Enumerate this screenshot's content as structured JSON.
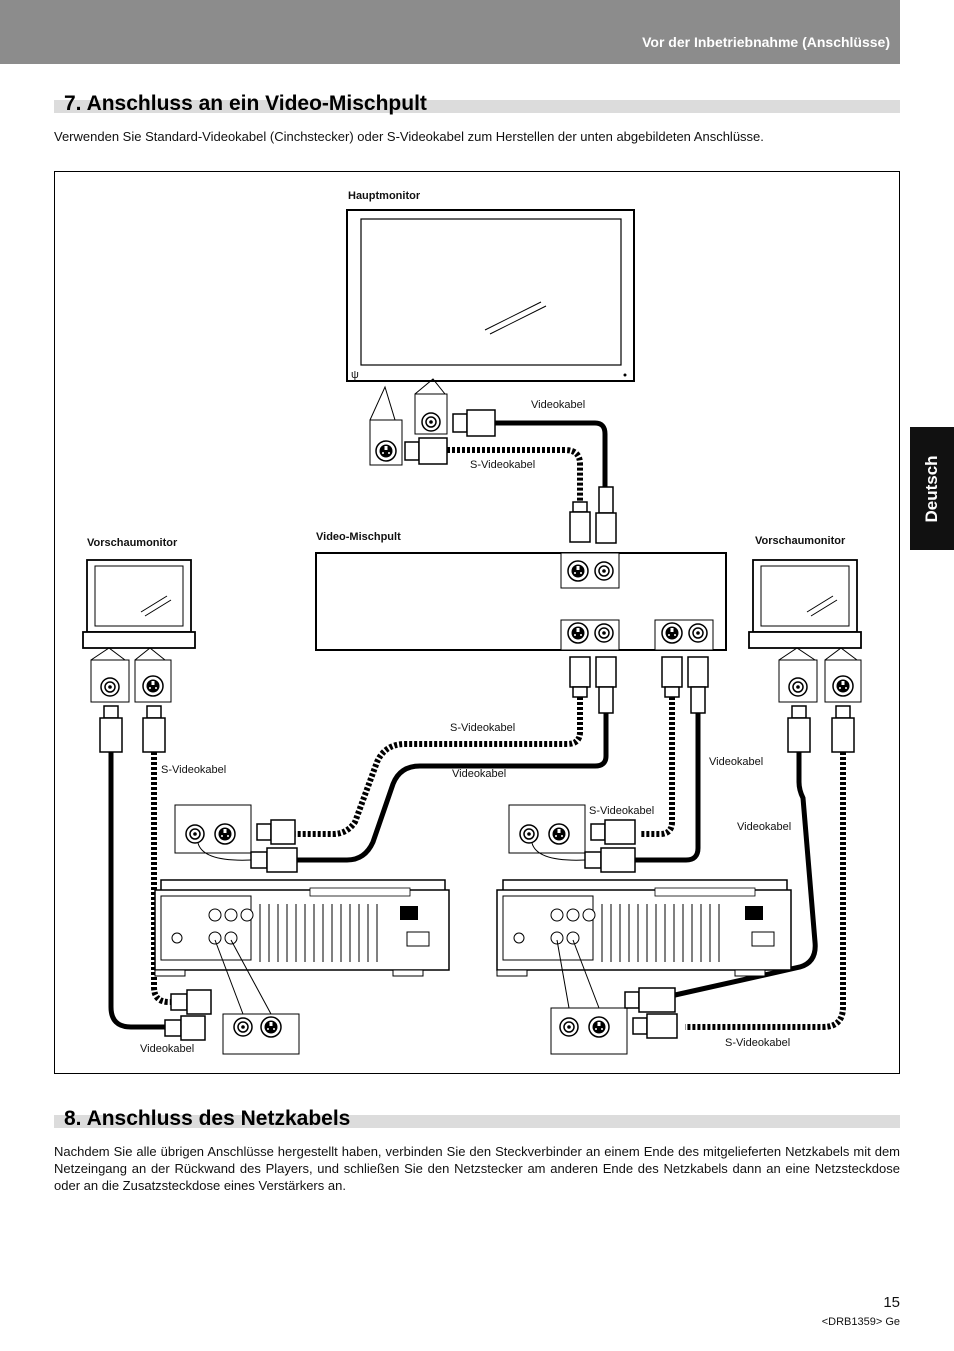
{
  "header": {
    "title": "Vor der Inbetriebnahme (Anschlüsse)"
  },
  "side_tab": {
    "label": "Deutsch"
  },
  "section7": {
    "heading": "7. Anschluss an ein Video-Mischpult",
    "intro": "Verwenden Sie Standard-Videokabel (Cinchstecker) oder S-Videokabel zum Herstellen der unten abgebildeten Anschlüsse."
  },
  "diagram": {
    "main_monitor": "Hauptmonitor",
    "mixer": "Video-Mischpult",
    "preview_left": "Vorschaumonitor",
    "preview_right": "Vorschaumonitor",
    "cables": {
      "top_video": "Videokabel",
      "top_svideo": "S-Videokabel",
      "mid_svideo": "S-Videokabel",
      "mid_video": "Videokabel",
      "left_svideo": "S-Videokabel",
      "right_video_a": "Videokabel",
      "center_svideo": "S-Videokabel",
      "right_video_b": "Videokabel",
      "bottom_left_video": "Videokabel",
      "bottom_right_svideo": "S-Videokabel"
    }
  },
  "section8": {
    "heading": "8. Anschluss des Netzkabels",
    "body": "Nachdem Sie alle übrigen Anschlüsse hergestellt haben, verbinden Sie den Steckverbinder an einem Ende des mitgelieferten Netzkabels mit dem Netzeingang an der Rückwand des Players, und schließen Sie den Netzstecker am anderen Ende des Netzkabels dann an eine Netzsteckdose oder an die Zusatzsteckdose eines Verstärkers an."
  },
  "footer": {
    "page_number": "15",
    "doc_code": "<DRB1359> Ge"
  }
}
